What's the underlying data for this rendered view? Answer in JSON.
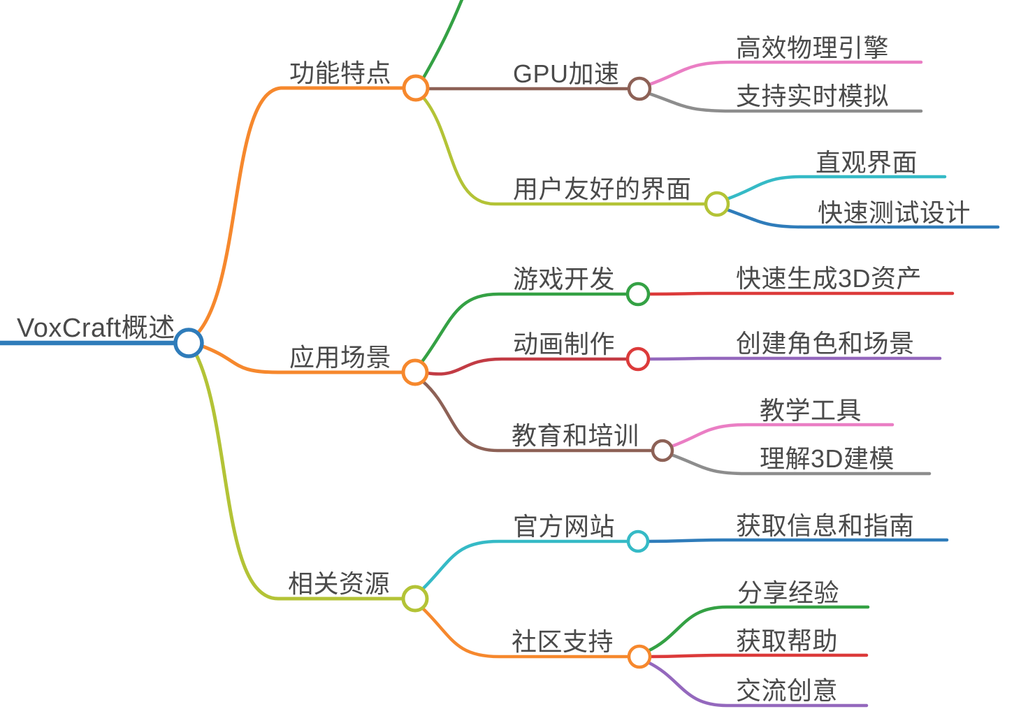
{
  "mindmap": {
    "root": {
      "label": "VoxCraft概述"
    },
    "branches": [
      {
        "label": "功能特点",
        "children": [
          {
            "label": "GPU加速",
            "children": [
              {
                "label": "高效物理引擎"
              },
              {
                "label": "支持实时模拟"
              }
            ]
          },
          {
            "label": "用户友好的界面",
            "children": [
              {
                "label": "直观界面"
              },
              {
                "label": "快速测试设计"
              }
            ]
          }
        ]
      },
      {
        "label": "应用场景",
        "children": [
          {
            "label": "游戏开发",
            "children": [
              {
                "label": "快速生成3D资产"
              }
            ]
          },
          {
            "label": "动画制作",
            "children": [
              {
                "label": "创建角色和场景"
              }
            ]
          },
          {
            "label": "教育和培训",
            "children": [
              {
                "label": "教学工具"
              },
              {
                "label": "理解3D建模"
              }
            ]
          }
        ]
      },
      {
        "label": "相关资源",
        "children": [
          {
            "label": "官方网站",
            "children": [
              {
                "label": "获取信息和指南"
              }
            ]
          },
          {
            "label": "社区支持",
            "children": [
              {
                "label": "分享经验"
              },
              {
                "label": "获取帮助"
              },
              {
                "label": "交流创意"
              }
            ]
          }
        ]
      }
    ]
  },
  "colors": {
    "blue": "#2f7cba",
    "orange": "#f6882d",
    "yellow_green": "#b3c336",
    "green": "#34a144",
    "red": "#dc3a3a",
    "crimson": "#c23b44",
    "brown": "#8d6156",
    "pink": "#ea7ec4",
    "gray": "#8d8d8d",
    "cyan": "#35bac6",
    "purple": "#9468bd",
    "text": "#4a4a4a",
    "background": "#ffffff"
  }
}
